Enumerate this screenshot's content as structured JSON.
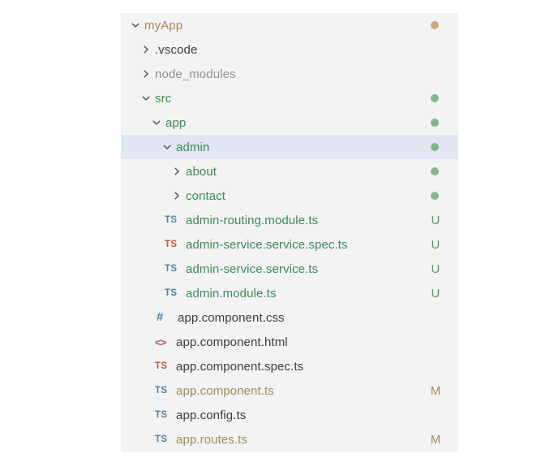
{
  "panel": {
    "name": "file-explorer",
    "background": "#f3f3f3",
    "selection_color": "#e2e5f2"
  },
  "colors": {
    "default_text": "#3c3c3c",
    "dimmed_text": "#919191",
    "untracked_green": "#3b8a52",
    "badge_green": "#4f9e60",
    "dot_green": "#84b788",
    "modified_tan": "#a18a5b",
    "badge_tan": "#a6895a",
    "dot_tan": "#c9aa7d",
    "ts_blue": "#4d7f9c",
    "ts_orange": "#b55c3c",
    "chevron": "#4f4f4f"
  },
  "icons": {
    "ts_label": "TS",
    "css_label": "#",
    "html_label": "<>"
  },
  "tree": {
    "items": [
      {
        "label": "myApp",
        "type": "folder",
        "state": "expanded",
        "level": 0,
        "color": "modified",
        "dot": "tan",
        "selected": false
      },
      {
        "label": ".vscode",
        "type": "folder",
        "state": "collapsed",
        "level": 1,
        "color": "default",
        "dot": null,
        "selected": false
      },
      {
        "label": "node_modules",
        "type": "folder",
        "state": "collapsed",
        "level": 1,
        "color": "dimmed",
        "dot": null,
        "selected": false
      },
      {
        "label": "src",
        "type": "folder",
        "state": "expanded",
        "level": 1,
        "color": "untracked",
        "dot": "green",
        "selected": false
      },
      {
        "label": "app",
        "type": "folder",
        "state": "expanded",
        "level": 2,
        "color": "untracked",
        "dot": "green",
        "selected": false
      },
      {
        "label": "admin",
        "type": "folder",
        "state": "expanded",
        "level": 3,
        "color": "untracked",
        "dot": "green",
        "selected": true
      },
      {
        "label": "about",
        "type": "folder",
        "state": "collapsed",
        "level": 4,
        "color": "untracked",
        "dot": "green",
        "selected": false
      },
      {
        "label": "contact",
        "type": "folder",
        "state": "collapsed",
        "level": 4,
        "color": "untracked",
        "dot": "green",
        "selected": false
      },
      {
        "label": "admin-routing.module.ts",
        "type": "file",
        "icon": "ts-blue",
        "level": 4,
        "color": "untracked",
        "git_badge": "U",
        "badge_color": "green",
        "selected": false
      },
      {
        "label": "admin-service.service.spec.ts",
        "type": "file",
        "icon": "ts-orange",
        "level": 4,
        "color": "untracked",
        "git_badge": "U",
        "badge_color": "green",
        "selected": false
      },
      {
        "label": "admin-service.service.ts",
        "type": "file",
        "icon": "ts-blue",
        "level": 4,
        "color": "untracked",
        "git_badge": "U",
        "badge_color": "green",
        "selected": false
      },
      {
        "label": "admin.module.ts",
        "type": "file",
        "icon": "ts-blue",
        "level": 4,
        "color": "untracked",
        "git_badge": "U",
        "badge_color": "green",
        "selected": false
      },
      {
        "label": "app.component.css",
        "type": "file",
        "icon": "css",
        "level": 3,
        "color": "default",
        "git_badge": null,
        "selected": false
      },
      {
        "label": "app.component.html",
        "type": "file",
        "icon": "html",
        "level": 3,
        "color": "default",
        "git_badge": null,
        "selected": false
      },
      {
        "label": "app.component.spec.ts",
        "type": "file",
        "icon": "ts-orange",
        "level": 3,
        "color": "default",
        "git_badge": null,
        "selected": false
      },
      {
        "label": "app.component.ts",
        "type": "file",
        "icon": "ts-blue",
        "level": 3,
        "color": "modified",
        "git_badge": "M",
        "badge_color": "tan",
        "selected": false
      },
      {
        "label": "app.config.ts",
        "type": "file",
        "icon": "ts-blue",
        "level": 3,
        "color": "default",
        "git_badge": null,
        "selected": false
      },
      {
        "label": "app.routes.ts",
        "type": "file",
        "icon": "ts-blue",
        "level": 3,
        "color": "modified",
        "git_badge": "M",
        "badge_color": "tan",
        "selected": false
      }
    ]
  }
}
